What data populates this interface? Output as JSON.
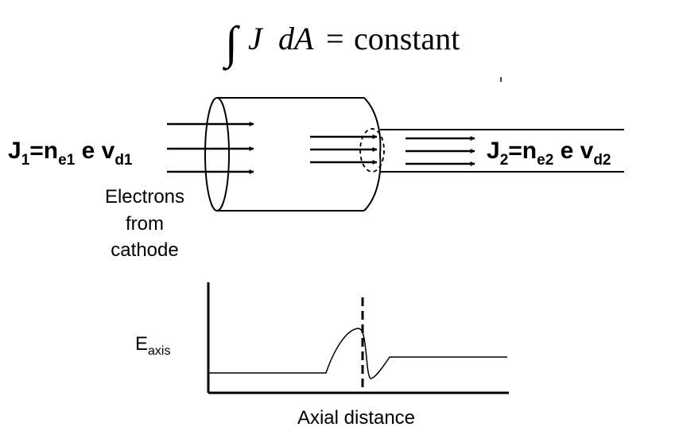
{
  "equation": {
    "integral_sign": "∫",
    "integrand": "J",
    "differential": "dA",
    "equals": "=",
    "rhs": "constant"
  },
  "labels": {
    "j1": {
      "symbol": "J",
      "sub1": "1",
      "eq": "=n",
      "sub2": "e1",
      "mid": " e v",
      "sub3": "d1"
    },
    "j2": {
      "symbol": "J",
      "sub1": "2",
      "eq": "=n",
      "sub2": "e2",
      "mid": " e v",
      "sub3": "d2"
    },
    "electrons_line1": "Electrons",
    "electrons_line2": "from",
    "electrons_line3": "cathode"
  },
  "plot": {
    "ylabel_main": "E",
    "ylabel_sub": "axis",
    "xlabel": "Axial distance"
  },
  "colors": {
    "ink": "#000000",
    "background": "#ffffff"
  }
}
